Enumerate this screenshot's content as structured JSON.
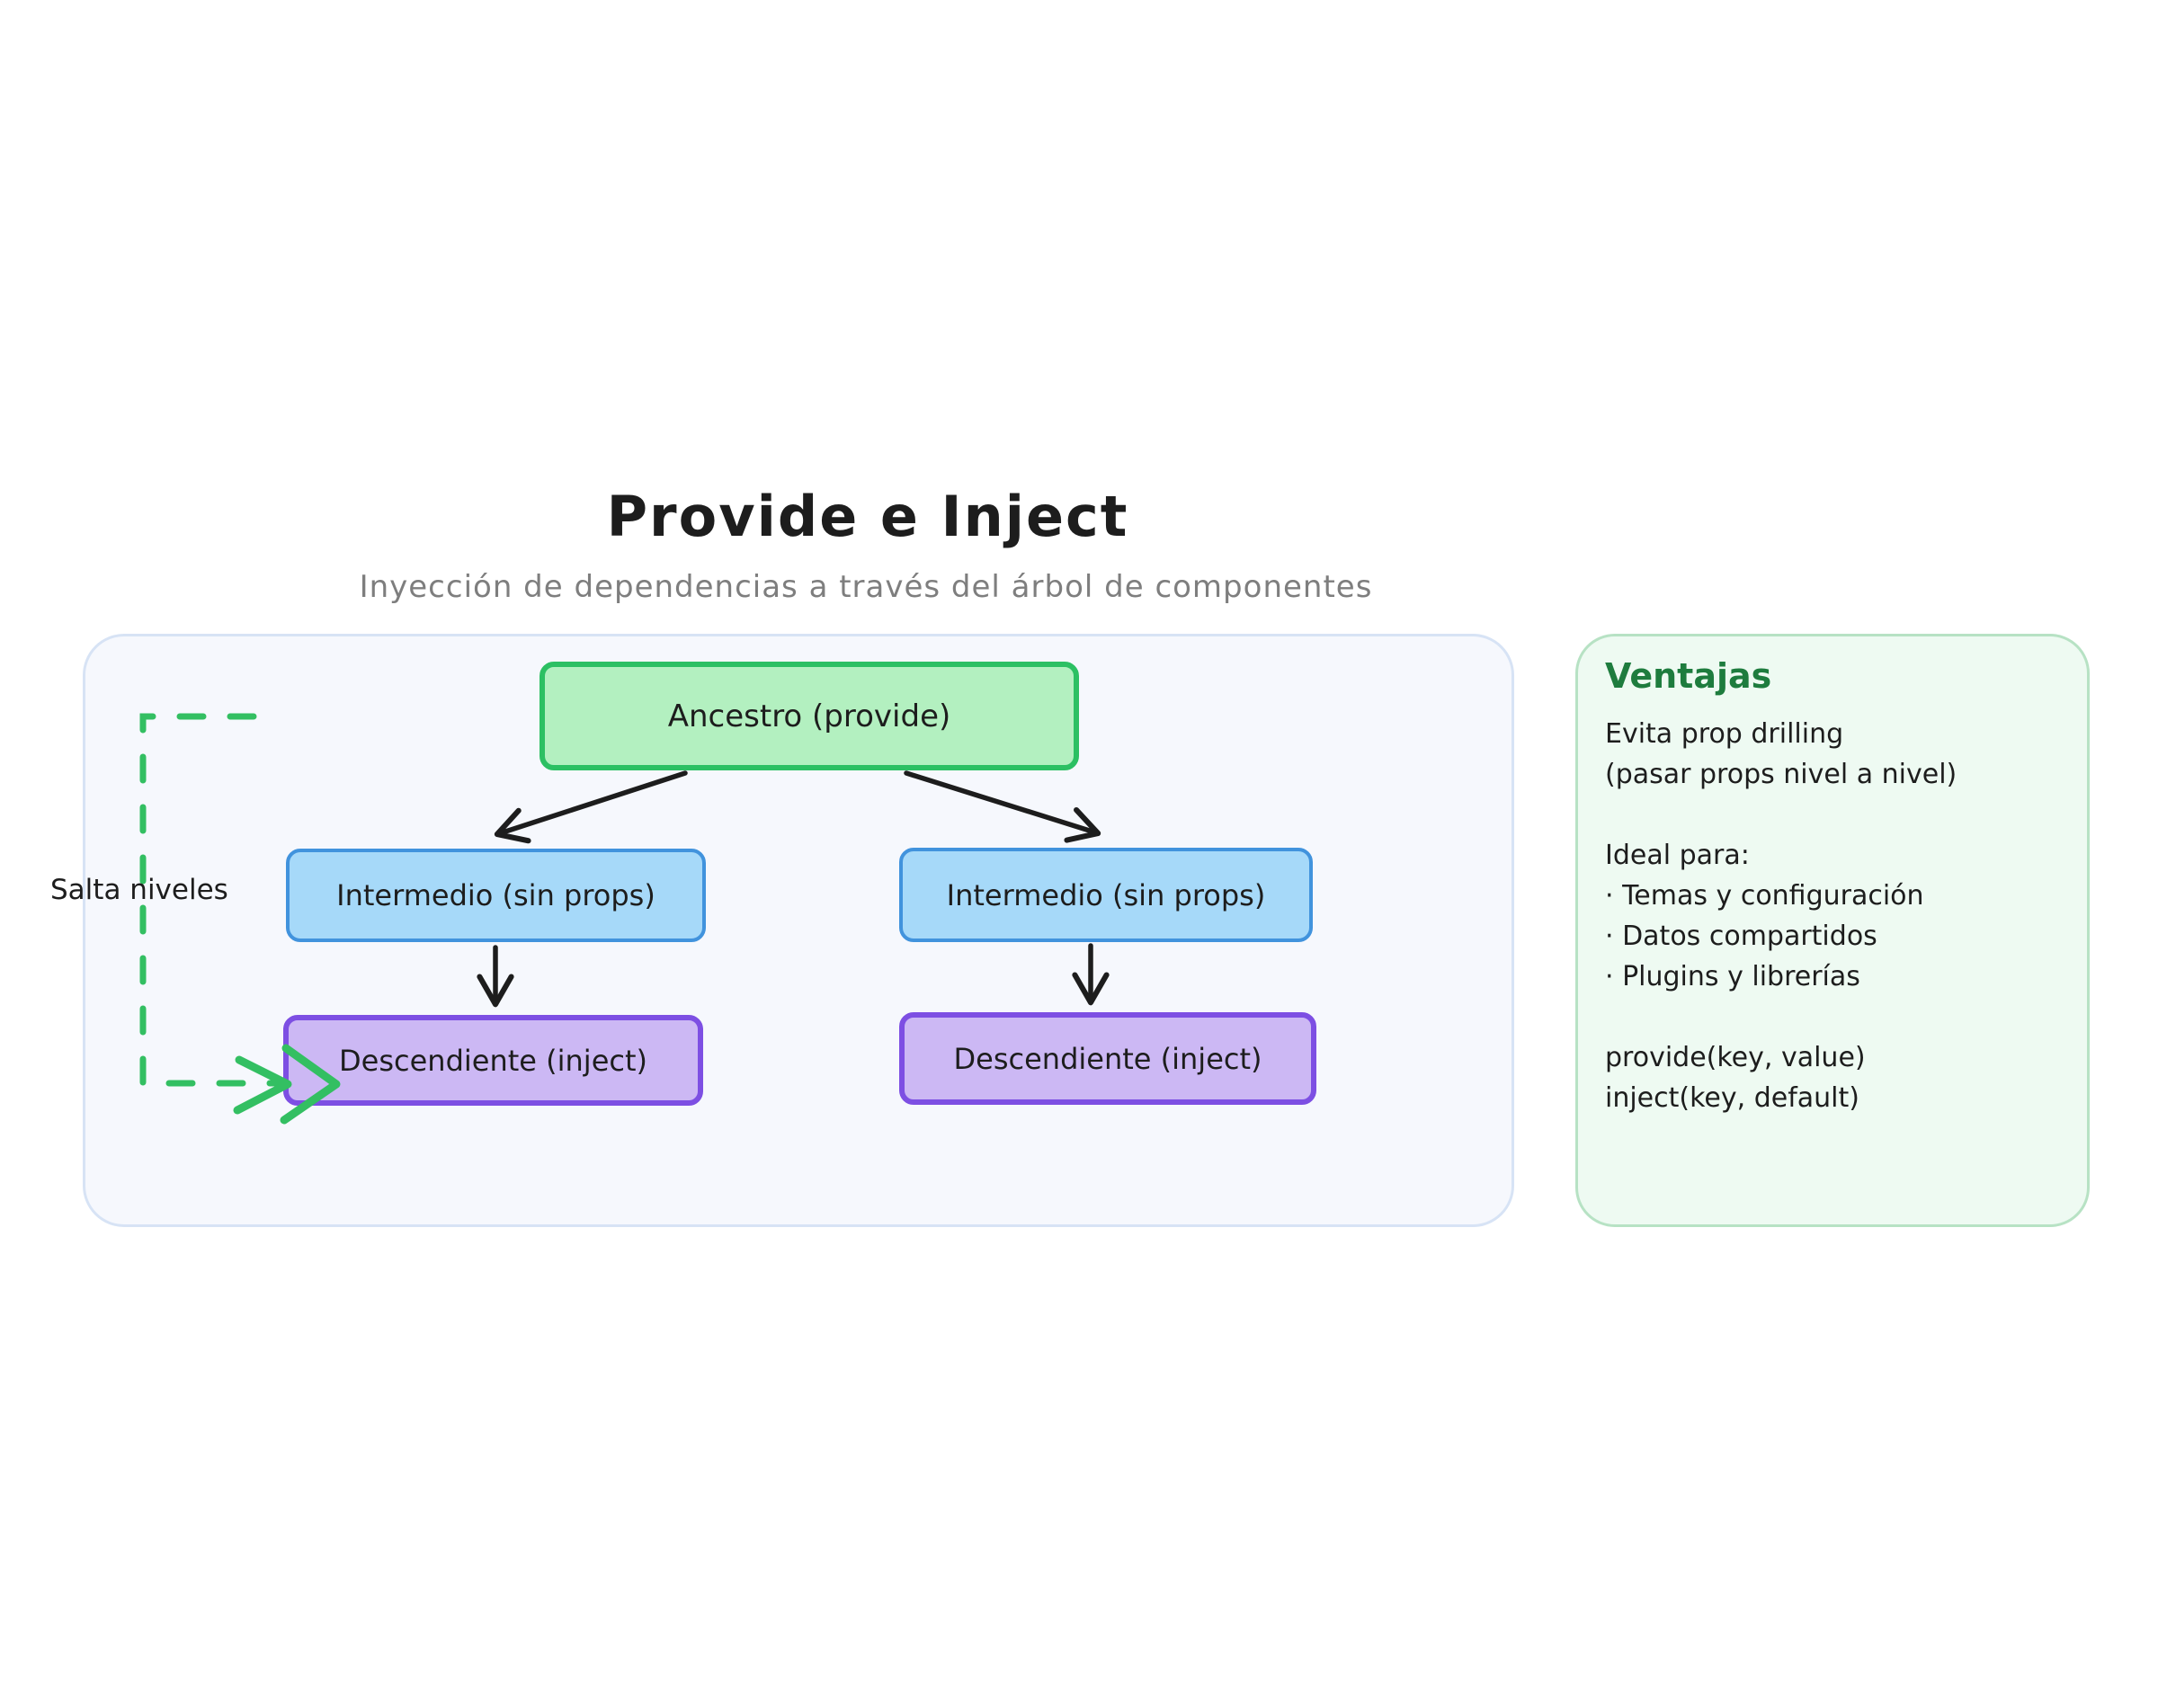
{
  "title": "Provide e Inject",
  "subtitle": "Inyección de dependencias a través del árbol de componentes",
  "colors": {
    "canvas_bg": "#ffffff",
    "container_fill": "#f6f8fd",
    "container_stroke": "#d7e3f5",
    "ancestor_fill": "#b3f0c0",
    "ancestor_stroke": "#2cc063",
    "intermediate_fill": "#a6d9f9",
    "intermediate_stroke": "#4193dd",
    "descendant_fill": "#ccb8f4",
    "descendant_stroke": "#7d4fe3",
    "skip_line": "#33bf62",
    "arrow": "#1d1d1d",
    "panel_fill": "#eefaf2",
    "panel_stroke": "#b7e2c4",
    "panel_heading": "#1e7c3e",
    "subtitle_color": "#7e7e7e",
    "text": "#1d1d1d"
  },
  "diagram": {
    "nodes": {
      "ancestor": "Ancestro (provide)",
      "intermediate_left": "Intermedio (sin props)",
      "intermediate_right": "Intermedio (sin props)",
      "descendant_left": "Descendiente (inject)",
      "descendant_right": "Descendiente (inject)"
    },
    "skip_label": "Salta niveles"
  },
  "panel": {
    "heading": "Ventajas",
    "lines": [
      "Evita prop drilling",
      "(pasar props nivel a nivel)",
      "",
      "Ideal para:",
      "· Temas y configuración",
      "· Datos compartidos",
      "· Plugins y librerías",
      "",
      "provide(key, value)",
      "inject(key, default)"
    ]
  }
}
